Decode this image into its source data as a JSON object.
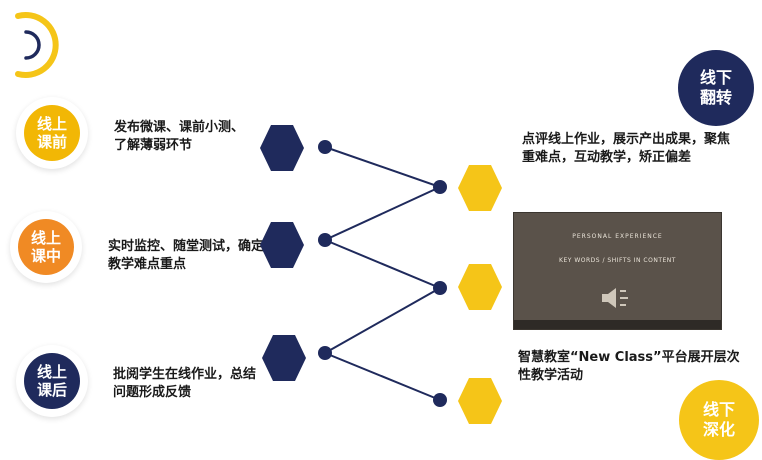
{
  "stages": [
    {
      "label_line1": "线上",
      "label_line2": "课前",
      "color": "#f2b705",
      "text": "发布微课、课前小测、了解薄弱环节"
    },
    {
      "label_line1": "线上",
      "label_line2": "课中",
      "color": "#f08a24",
      "text": "实时监控、随堂测试，确定教学难点重点"
    },
    {
      "label_line1": "线上",
      "label_line2": "课后",
      "color": "#1f2a5c",
      "text": "批阅学生在线作业，总结问题形成反馈"
    }
  ],
  "outcomes": [
    {
      "text": "点评线上作业，展示产出成果，聚焦重难点，互动教学，矫正偏差"
    },
    {
      "text": "智慧教室“New Class”平台展开层次性教学活动"
    }
  ],
  "corner_labels": {
    "top": {
      "line1": "线下",
      "line2": "翻转",
      "color": "#1f2a5c"
    },
    "bottom": {
      "line1": "线下",
      "line2": "深化",
      "color": "#f5c518"
    }
  },
  "video": {
    "title": "PERSONAL EXPERIENCE",
    "subtitle": "KEY WORDS / SHIFTS IN CONTENT",
    "icon": "speaker-icon"
  },
  "colors": {
    "navy": "#1f2a5c",
    "yellow": "#f5c518",
    "orange": "#f08a24",
    "line": "#1f2a5c"
  }
}
